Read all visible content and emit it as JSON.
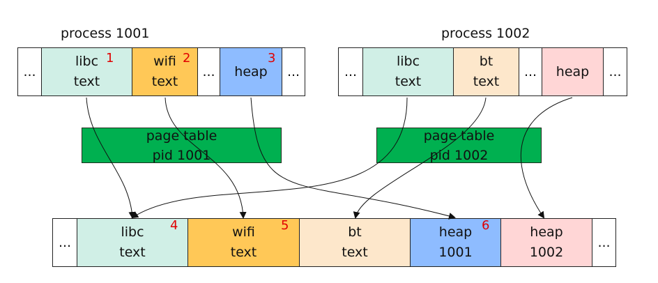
{
  "colors": {
    "libc": "#d0efe6",
    "wifi": "#ffc857",
    "bt": "#fde7cb",
    "heap_1001": "#8ebcff",
    "heap_1002": "#ffd6d6",
    "page_table": "#00b050",
    "marker": "#e00000"
  },
  "process1": {
    "title": "process 1001",
    "left_ellipsis": "...",
    "libc": [
      "libc",
      "text"
    ],
    "libc_num": "1",
    "wifi": [
      "wifi",
      "text"
    ],
    "wifi_num": "2",
    "mid_ellipsis": "...",
    "heap": "heap",
    "heap_num": "3",
    "right_ellipsis": "..."
  },
  "process2": {
    "title": "process 1002",
    "left_ellipsis": "...",
    "libc": [
      "libc",
      "text"
    ],
    "bt": [
      "bt",
      "text"
    ],
    "mid_ellipsis": "...",
    "heap": "heap",
    "right_ellipsis": "..."
  },
  "page_tables": [
    [
      "page table",
      "pid 1001"
    ],
    [
      "page table",
      "pid 1002"
    ]
  ],
  "physical": {
    "left_ellipsis": "...",
    "libc": [
      "libc",
      "text"
    ],
    "libc_num": "4",
    "wifi": [
      "wifi",
      "text"
    ],
    "wifi_num": "5",
    "bt": [
      "bt",
      "text"
    ],
    "heap1001": [
      "heap",
      "1001"
    ],
    "heap1001_num": "6",
    "heap1002": [
      "heap",
      "1002"
    ],
    "right_ellipsis": "..."
  }
}
